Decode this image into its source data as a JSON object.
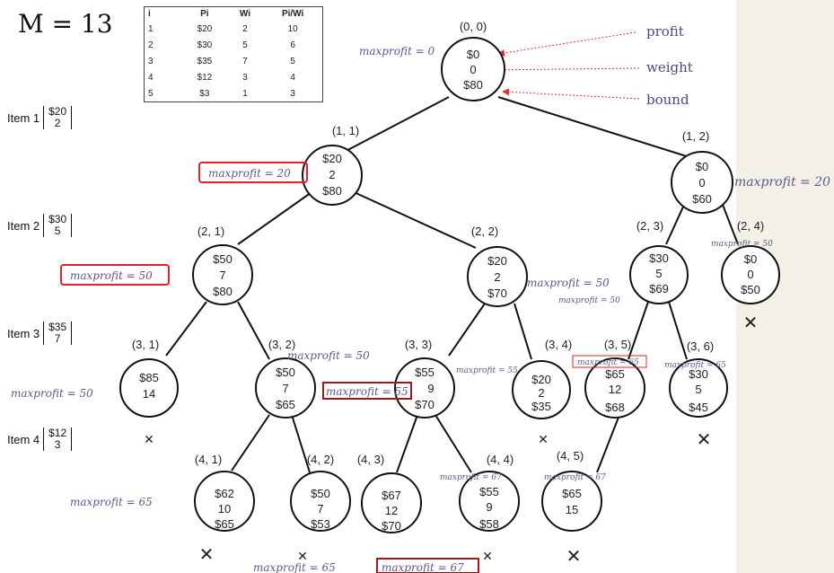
{
  "capacity_label": "M = 13",
  "table": {
    "headers": [
      "i",
      "Pi",
      "Wi",
      "Pi/Wi"
    ],
    "rows": [
      [
        "1",
        "$20",
        "2",
        "10"
      ],
      [
        "2",
        "$30",
        "5",
        "6"
      ],
      [
        "3",
        "$35",
        "7",
        "5"
      ],
      [
        "4",
        "$12",
        "3",
        "4"
      ],
      [
        "5",
        "$3",
        "1",
        "3"
      ]
    ]
  },
  "items": [
    {
      "label": "Item 1",
      "profit": "$20",
      "weight": "2"
    },
    {
      "label": "Item 2",
      "profit": "$30",
      "weight": "5"
    },
    {
      "label": "Item 3",
      "profit": "$35",
      "weight": "7"
    },
    {
      "label": "Item 4",
      "profit": "$12",
      "weight": "3"
    }
  ],
  "annotations": {
    "profit": "profit",
    "weight": "weight",
    "bound": "bound"
  },
  "nodes": {
    "n00": {
      "coord": "(0, 0)",
      "profit": "$0",
      "weight": "0",
      "bound": "$80",
      "maxprofit": "maxprofit = 0"
    },
    "n11": {
      "coord": "(1, 1)",
      "profit": "$20",
      "weight": "2",
      "bound": "$80",
      "maxprofit": "maxprofit = 20"
    },
    "n12": {
      "coord": "(1, 2)",
      "profit": "$0",
      "weight": "0",
      "bound": "$60",
      "maxprofit": "maxprofit = 20"
    },
    "n21": {
      "coord": "(2, 1)",
      "profit": "$50",
      "weight": "7",
      "bound": "$80",
      "maxprofit": "maxprofit = 50"
    },
    "n22": {
      "coord": "(2, 2)",
      "profit": "$20",
      "weight": "2",
      "bound": "$70",
      "maxprofit": "maxprofit = 50"
    },
    "n23": {
      "coord": "(2, 3)",
      "profit": "$30",
      "weight": "5",
      "bound": "$69",
      "maxprofit": "maxprofit = 50"
    },
    "n24": {
      "coord": "(2, 4)",
      "profit": "$0",
      "weight": "0",
      "bound": "$50",
      "maxprofit": "maxprofit = 50"
    },
    "n31": {
      "coord": "(3, 1)",
      "profit": "$85",
      "weight": "14",
      "maxprofit": "maxprofit = 50"
    },
    "n32": {
      "coord": "(3, 2)",
      "profit": "$50",
      "weight": "7",
      "bound": "$65",
      "maxprofit": "maxprofit = 50"
    },
    "n33": {
      "coord": "(3, 3)",
      "profit": "$55",
      "weight": "9",
      "bound": "$70",
      "maxprofit": "maxprofit = 55"
    },
    "n34": {
      "coord": "(3, 4)",
      "profit": "$20",
      "weight": "2",
      "bound": "$35",
      "maxprofit": "maxprofit = 55"
    },
    "n35": {
      "coord": "(3, 5)",
      "profit": "$65",
      "weight": "12",
      "bound": "$68",
      "maxprofit": "maxprofit = 65"
    },
    "n36": {
      "coord": "(3, 6)",
      "profit": "$30",
      "weight": "5",
      "bound": "$45",
      "maxprofit": "maxprofit = 65"
    },
    "n41": {
      "coord": "(4, 1)",
      "profit": "$62",
      "weight": "10",
      "bound": "$65",
      "maxprofit": "maxprofit = 65"
    },
    "n42": {
      "coord": "(4, 2)",
      "profit": "$50",
      "weight": "7",
      "bound": "$53",
      "maxprofit": "maxprofit = 65"
    },
    "n43": {
      "coord": "(4, 3)",
      "profit": "$67",
      "weight": "12",
      "bound": "$70"
    },
    "n44": {
      "coord": "(4, 4)",
      "profit": "$55",
      "weight": "9",
      "bound": "$58",
      "maxprofit": "maxprofit = 67"
    },
    "n45": {
      "coord": "(4, 5)",
      "profit": "$65",
      "weight": "15",
      "maxprofit": "maxprofit = 67"
    }
  },
  "bottom_labels": {
    "left": "maxprofit = 65",
    "right": "maxprofit = 67"
  },
  "prune_mark": "✕",
  "colors": {
    "highlight_red": "#e0202a",
    "dark_red": "#a01818",
    "annotation_purple": "#5a5a8e",
    "annotation_arrow": "#e03030"
  }
}
